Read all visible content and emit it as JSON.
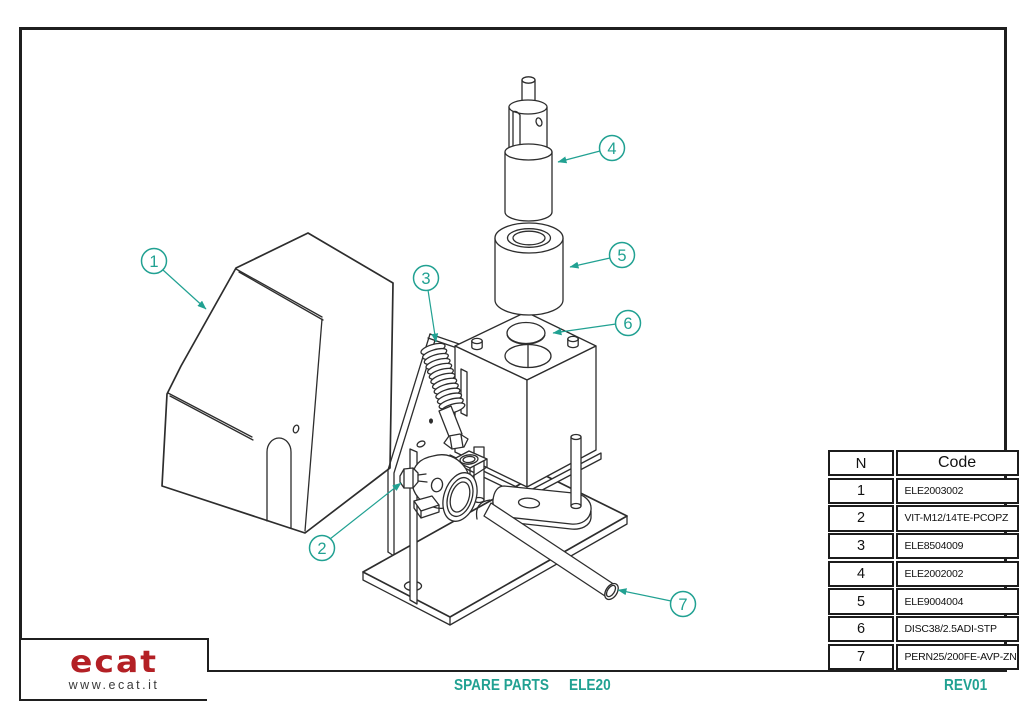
{
  "accent": {
    "teal": "#21A192",
    "red": "#B32025",
    "ink": "#2D2D2D"
  },
  "logo": {
    "brand": "ecat",
    "website": "www.ecat.it"
  },
  "footer": {
    "spare_parts_label": "SPARE PARTS",
    "drawing_code": "ELE20",
    "revision": "REV01"
  },
  "parts_table": {
    "headers": {
      "n": "N",
      "code": "Code"
    },
    "rows": [
      {
        "n": "1",
        "code": "ELE2003002"
      },
      {
        "n": "2",
        "code": "VIT-M12/14TE-PCOPZ"
      },
      {
        "n": "3",
        "code": "ELE8504009"
      },
      {
        "n": "4",
        "code": "ELE2002002"
      },
      {
        "n": "5",
        "code": "ELE9004004"
      },
      {
        "n": "6",
        "code": "DISC38/2.5ADI-STP"
      },
      {
        "n": "7",
        "code": "PERN25/200FE-AVP-ZN"
      }
    ]
  },
  "callouts": [
    {
      "label": "1"
    },
    {
      "label": "2"
    },
    {
      "label": "3"
    },
    {
      "label": "4"
    },
    {
      "label": "5"
    },
    {
      "label": "6"
    },
    {
      "label": "7"
    }
  ]
}
